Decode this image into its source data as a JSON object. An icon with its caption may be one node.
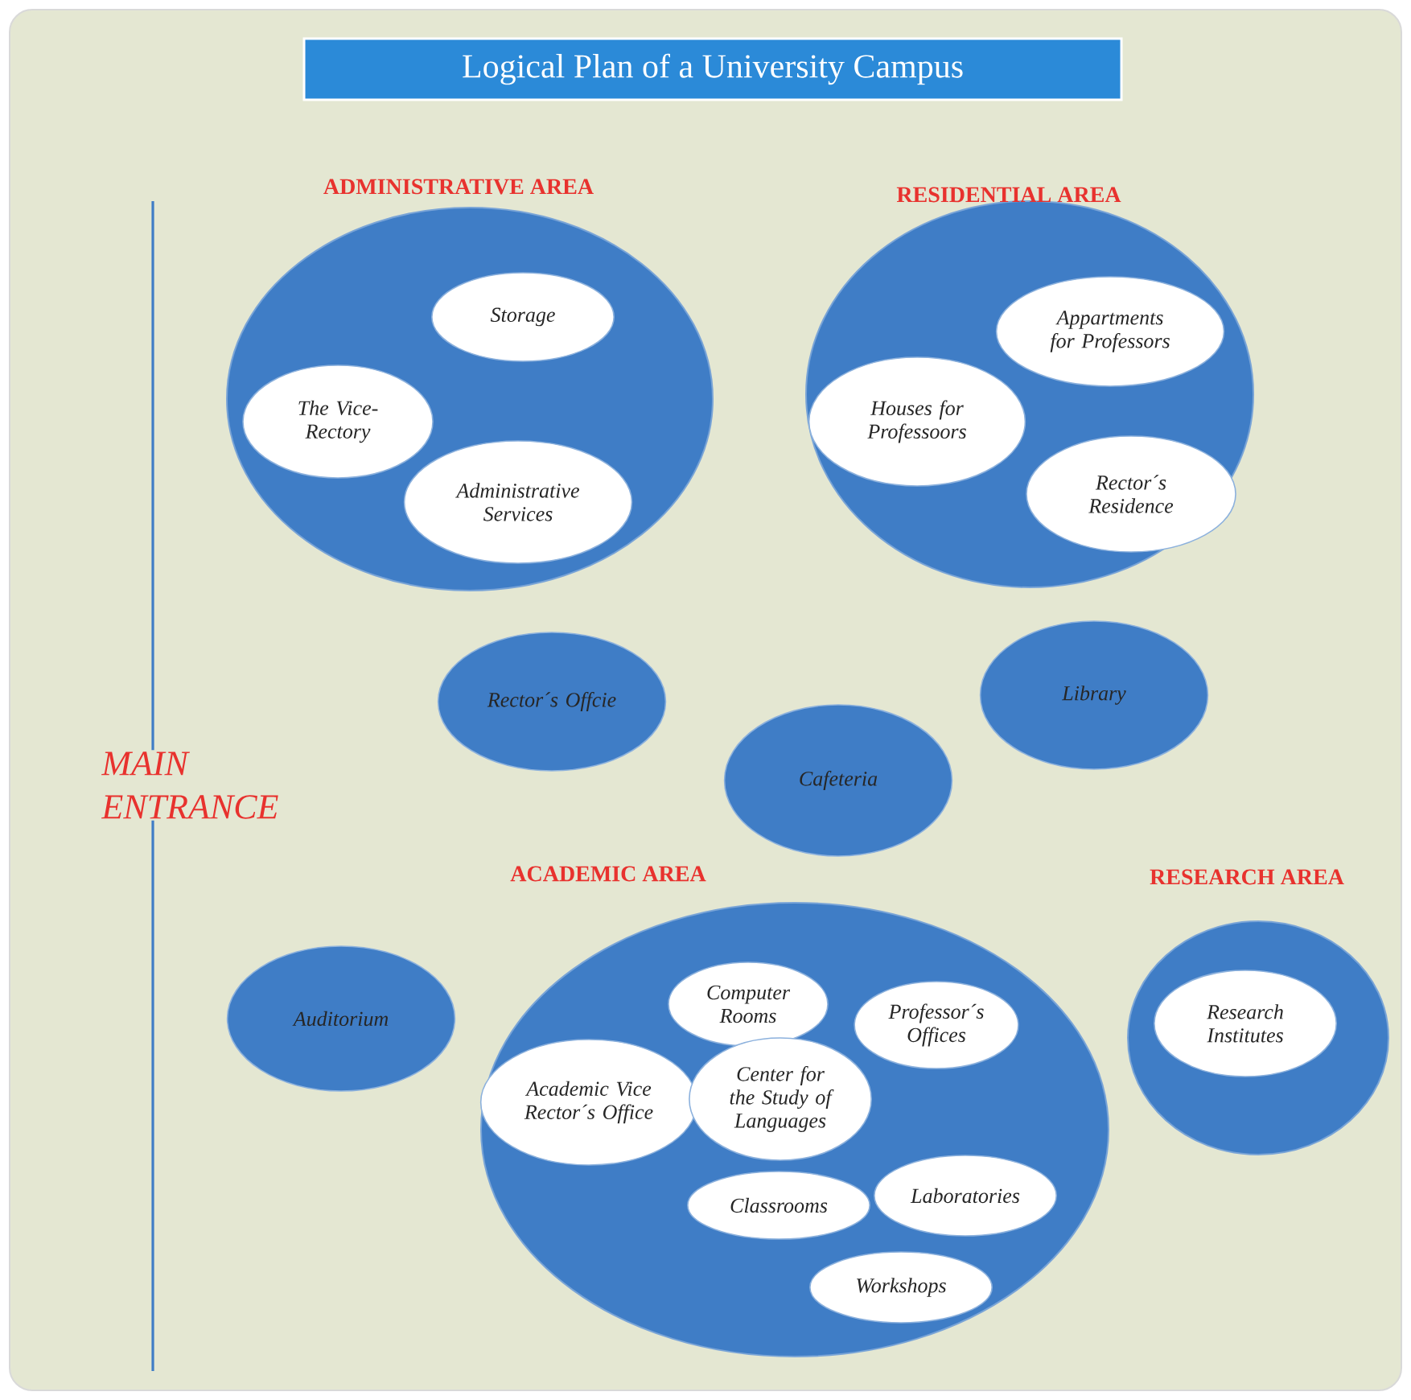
{
  "diagram": {
    "title": "Logical Plan of a University Campus",
    "nodes": [
      {
        "text": [
          "ADMINISTRATIVE AREA"
        ]
      },
      {
        "text": [
          "Storage"
        ],
        "in": 0
      },
      {
        "text": [
          "The Vice-Rectory"
        ],
        "in": 0
      },
      {
        "text": [
          "Administrative Services"
        ],
        "in": 0
      },
      {
        "text": [
          "RESIDENTIAL AREA"
        ]
      },
      {
        "text": [
          "Appartments for Professors"
        ],
        "in": 4
      },
      {
        "text": [
          "Houses for Professoors"
        ],
        "in": 4
      },
      {
        "text": [
          "Rector´s Residence"
        ],
        "in": 4
      },
      {
        "text": [
          "Rector´s Offcie"
        ]
      },
      {
        "text": [
          "Library"
        ]
      },
      {
        "text": [
          "Cafeteria"
        ]
      },
      {
        "text": [
          "ACADEMIC AREA"
        ]
      },
      {
        "text": [
          "Computer Rooms"
        ],
        "in": 11
      },
      {
        "text": [
          "Professor´s Offices"
        ],
        "in": 11
      },
      {
        "text": [
          "Academic Vice Rector´s Office"
        ],
        "in": 11
      },
      {
        "text": [
          "Center for the Study of Languages"
        ],
        "in": 11
      },
      {
        "text": [
          "Classrooms"
        ],
        "in": 11
      },
      {
        "text": [
          "Laboratories"
        ],
        "in": 11
      },
      {
        "text": [
          "Workshops"
        ],
        "in": 11
      },
      {
        "text": [
          "Auditorium"
        ]
      },
      {
        "text": [
          "RESEARCH AREA"
        ]
      },
      {
        "text": [
          "Research Institutes"
        ],
        "in": 20
      }
    ],
    "labels": [
      "MAIN ENTRANCE"
    ]
  }
}
